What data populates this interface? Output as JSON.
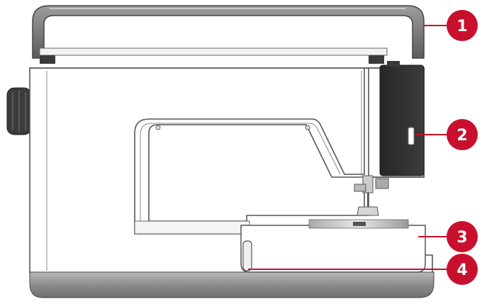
{
  "colors": {
    "callout": "#c8102e",
    "body": "#ffffff",
    "outline": "#555555",
    "base": "#9a9a9a",
    "panel": "#2f2f2f"
  },
  "callouts": [
    {
      "label": "1"
    },
    {
      "label": "2"
    },
    {
      "label": "3"
    },
    {
      "label": "4"
    }
  ]
}
